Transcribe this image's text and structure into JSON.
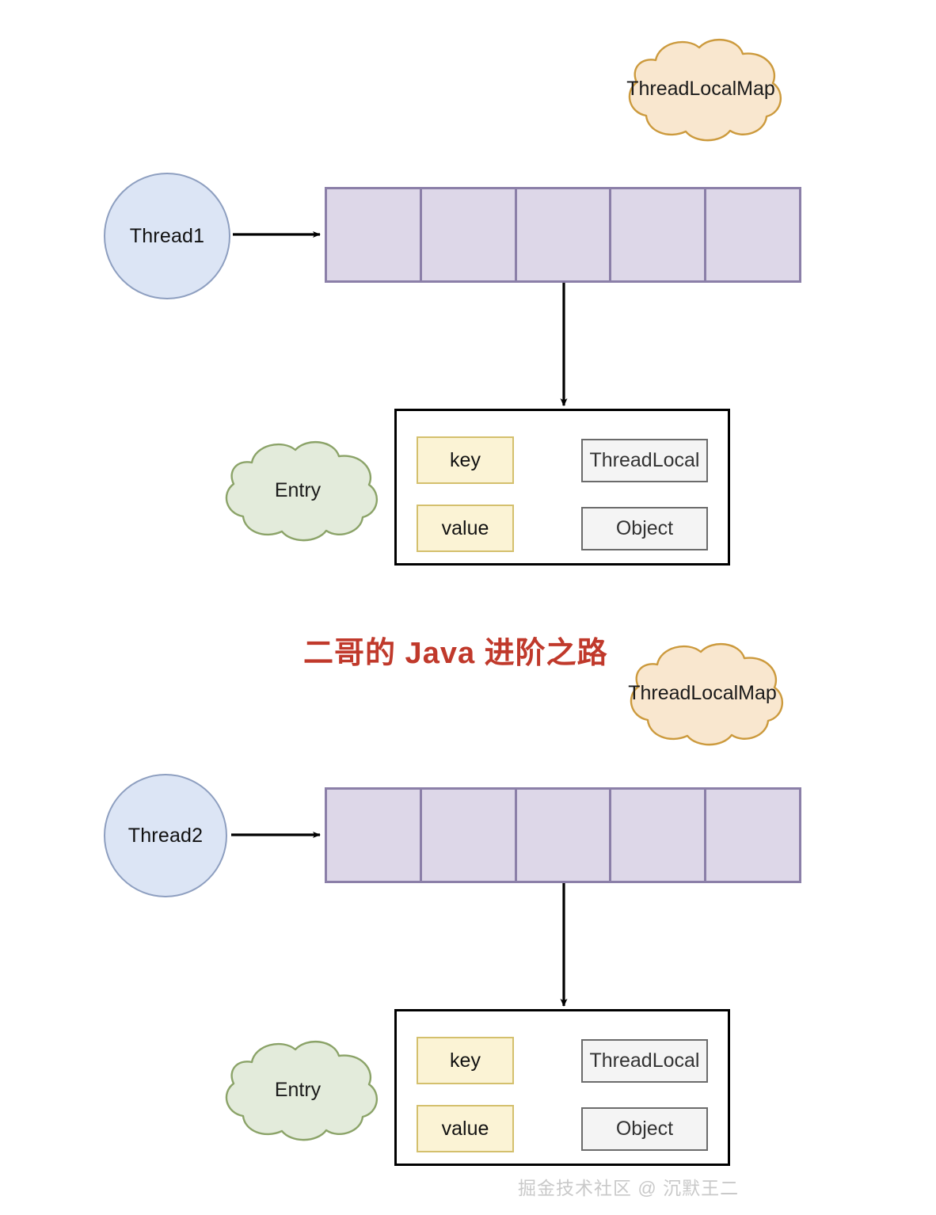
{
  "diagram": {
    "title": "二哥的 Java 进阶之路",
    "watermark": "掘金技术社区 @ 沉默王二",
    "colors": {
      "cloud_map_fill": "#f9e7cf",
      "cloud_map_stroke": "#cc9a3d",
      "cloud_entry_fill": "#e3ebdb",
      "cloud_entry_stroke": "#8ba368",
      "thread_fill": "#dce5f5",
      "thread_stroke": "#8e9fc0",
      "table_fill": "#ddd7e8",
      "table_stroke": "#8b7fa8",
      "kv_fill": "#fbf3d5",
      "kv_stroke": "#d4c06d",
      "gray_fill": "#f4f4f4",
      "gray_stroke": "#6b6b6b",
      "arrow": "#000000",
      "title": "#c0392b",
      "watermark": "#c9c9c9"
    }
  },
  "sections": [
    {
      "id": "section-1",
      "cloud_map_label": "ThreadLocalMap",
      "thread_label": "Thread1",
      "cells": [
        "",
        "",
        "",
        "",
        ""
      ],
      "cloud_entry_label": "Entry",
      "rows": [
        {
          "key_label": "key",
          "target_label": "ThreadLocal"
        },
        {
          "key_label": "value",
          "target_label": "Object"
        }
      ]
    },
    {
      "id": "section-2",
      "cloud_map_label": "ThreadLocalMap",
      "thread_label": "Thread2",
      "cells": [
        "",
        "",
        "",
        "",
        ""
      ],
      "cloud_entry_label": "Entry",
      "rows": [
        {
          "key_label": "key",
          "target_label": "ThreadLocal"
        },
        {
          "key_label": "value",
          "target_label": "Object"
        }
      ]
    }
  ]
}
